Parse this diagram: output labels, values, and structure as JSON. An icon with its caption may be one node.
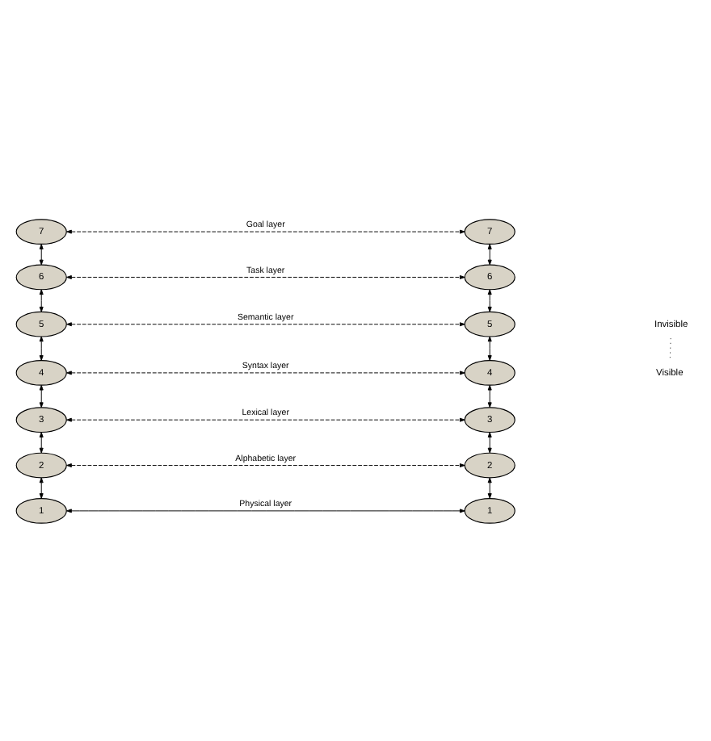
{
  "diagram": {
    "nodes": [
      {
        "text": [
          "7"
        ]
      },
      {
        "text": [
          "7"
        ]
      },
      {
        "text": [
          "6"
        ]
      },
      {
        "text": [
          "6"
        ]
      },
      {
        "text": [
          "5"
        ]
      },
      {
        "text": [
          "5"
        ]
      },
      {
        "text": [
          "4"
        ]
      },
      {
        "text": [
          "4"
        ]
      },
      {
        "text": [
          "3"
        ]
      },
      {
        "text": [
          "3"
        ]
      },
      {
        "text": [
          "2"
        ]
      },
      {
        "text": [
          "2"
        ]
      },
      {
        "text": [
          "1"
        ]
      },
      {
        "text": [
          "1"
        ]
      }
    ],
    "edges": [
      {
        "from": 0,
        "to": 1,
        "arrow": "both",
        "style": "dashed",
        "label": "Goal layer"
      },
      {
        "from": 2,
        "to": 3,
        "arrow": "both",
        "style": "dashed",
        "label": "Task layer"
      },
      {
        "from": 4,
        "to": 5,
        "arrow": "both",
        "style": "dashed",
        "label": "Semantic layer"
      },
      {
        "from": 6,
        "to": 7,
        "arrow": "both",
        "style": "dashed",
        "label": "Syntax layer"
      },
      {
        "from": 8,
        "to": 9,
        "arrow": "both",
        "style": "dashed",
        "label": "Lexical layer"
      },
      {
        "from": 10,
        "to": 11,
        "arrow": "both",
        "style": "dashed",
        "label": "Alphabetic layer"
      },
      {
        "from": 12,
        "to": 13,
        "arrow": "both",
        "label": "Physical layer"
      },
      {
        "from": 0,
        "to": 2,
        "arrow": "both"
      },
      {
        "from": 2,
        "to": 4,
        "arrow": "both"
      },
      {
        "from": 4,
        "to": 6,
        "arrow": "both"
      },
      {
        "from": 6,
        "to": 8,
        "arrow": "both"
      },
      {
        "from": 8,
        "to": 10,
        "arrow": "both"
      },
      {
        "from": 10,
        "to": 12,
        "arrow": "both"
      },
      {
        "from": 1,
        "to": 3,
        "arrow": "both"
      },
      {
        "from": 3,
        "to": 5,
        "arrow": "both"
      },
      {
        "from": 5,
        "to": 7,
        "arrow": "both"
      },
      {
        "from": 7,
        "to": 9,
        "arrow": "both"
      },
      {
        "from": 9,
        "to": 11,
        "arrow": "both"
      },
      {
        "from": 11,
        "to": 13,
        "arrow": "both"
      }
    ],
    "labels": [
      "Invisible",
      "Visible"
    ]
  }
}
